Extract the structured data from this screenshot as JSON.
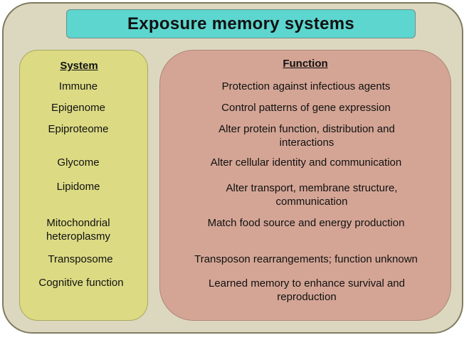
{
  "title": "Exposure memory systems",
  "headers": {
    "system": "System",
    "function": "Function"
  },
  "rows": [
    {
      "system": "Immune",
      "function": "Protection against infectious agents"
    },
    {
      "system": "Epigenome",
      "function": "Control patterns of gene expression"
    },
    {
      "system": "Epiproteome",
      "function_line1": "Alter protein function, distribution and",
      "function_line2": "interactions"
    },
    {
      "system": "Glycome",
      "function": "Alter cellular identity and communication"
    },
    {
      "system": "Lipidome",
      "function_line1": "Alter transport, membrane structure,",
      "function_line2": "communication"
    },
    {
      "system_line1": "Mitochondrial",
      "system_line2": "heteroplasmy",
      "function": "Match food source and energy production"
    },
    {
      "system": "Transposome",
      "function": "Transposon rearrangements; function unknown"
    },
    {
      "system": "Cognitive function",
      "function_line1": "Learned memory to enhance survival and",
      "function_line2": "reproduction"
    }
  ]
}
